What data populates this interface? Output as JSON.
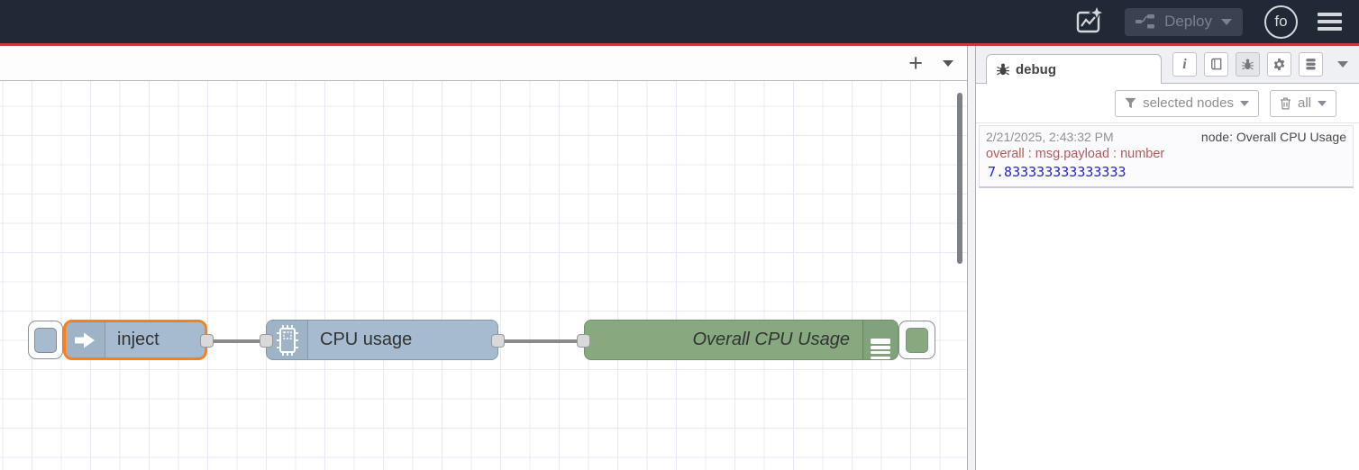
{
  "header": {
    "deploy_label": "Deploy",
    "avatar_text": "fo"
  },
  "canvas": {
    "add_label": "+",
    "nodes": [
      {
        "label": "inject",
        "type": "inject"
      },
      {
        "label": "CPU usage",
        "type": "cpu"
      },
      {
        "label": "Overall CPU Usage",
        "type": "debug"
      }
    ]
  },
  "sidebar": {
    "tab_label": "debug",
    "filter_label": "selected nodes",
    "clear_label": "all",
    "messages": [
      {
        "timestamp": "2/21/2025, 2:43:32 PM",
        "node_label": "node: Overall CPU Usage",
        "topic": "overall : msg.payload : number",
        "value": "7.833333333333333"
      }
    ]
  },
  "colors": {
    "header_bg": "#212936",
    "deploy_divider_red": "#c23c3c",
    "node_blue": "#a6bbcf",
    "node_green": "#87a980",
    "selection_orange": "#ff7f16",
    "wire_gray": "#8a8a8a",
    "debug_topic_red": "#b25b5b",
    "debug_value_blue": "#2525d0"
  }
}
